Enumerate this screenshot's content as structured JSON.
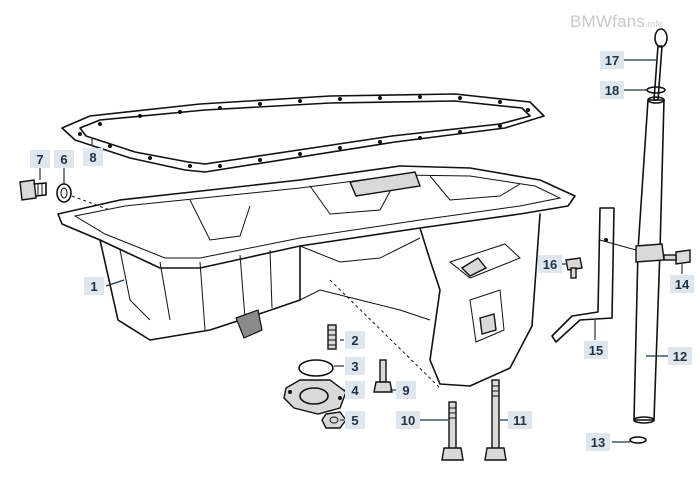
{
  "watermark": {
    "brand": "BMWfans",
    "suffix": ".info"
  },
  "callouts": [
    {
      "id": "c1",
      "label": "1"
    },
    {
      "id": "c2",
      "label": "2"
    },
    {
      "id": "c3",
      "label": "3"
    },
    {
      "id": "c4",
      "label": "4"
    },
    {
      "id": "c5",
      "label": "5"
    },
    {
      "id": "c6",
      "label": "6"
    },
    {
      "id": "c7",
      "label": "7"
    },
    {
      "id": "c8",
      "label": "8"
    },
    {
      "id": "c9",
      "label": "9"
    },
    {
      "id": "c10",
      "label": "10"
    },
    {
      "id": "c11",
      "label": "11"
    },
    {
      "id": "c12",
      "label": "12"
    },
    {
      "id": "c13",
      "label": "13"
    },
    {
      "id": "c14",
      "label": "14"
    },
    {
      "id": "c15",
      "label": "15"
    },
    {
      "id": "c16",
      "label": "16"
    },
    {
      "id": "c17",
      "label": "17"
    },
    {
      "id": "c18",
      "label": "18"
    }
  ]
}
